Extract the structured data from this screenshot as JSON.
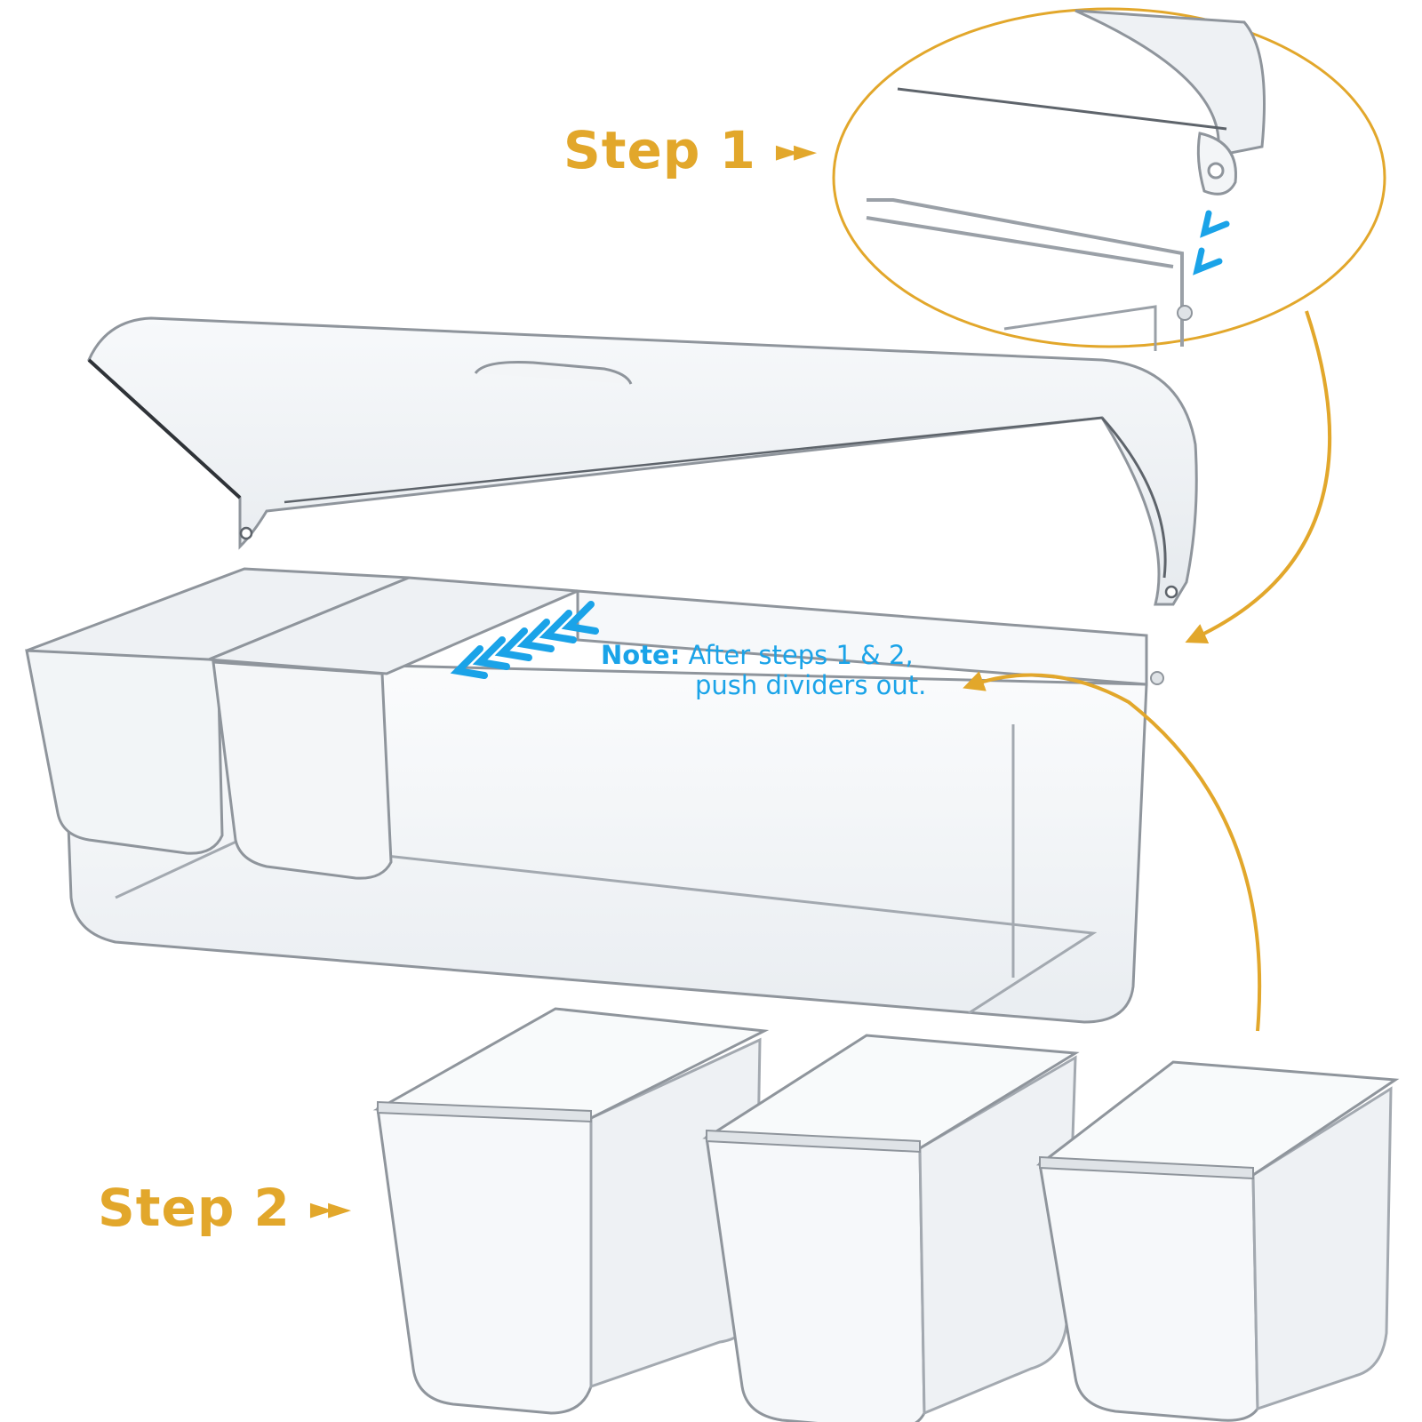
{
  "step1": {
    "label": "Step 1"
  },
  "step2": {
    "label": "Step 2"
  },
  "note": {
    "label": "Note:",
    "line1": "After steps 1 & 2,",
    "line2": "push dividers out."
  },
  "colors": {
    "gold": "#e2a72b",
    "blue": "#1aa3e8",
    "plastic_edge": "#8f959c",
    "plastic_face": "#eef1f4"
  },
  "icons": [
    "double-arrow-right-icon",
    "chevron-left-icon",
    "chevron-down-icon",
    "curved-arrow-icon"
  ]
}
